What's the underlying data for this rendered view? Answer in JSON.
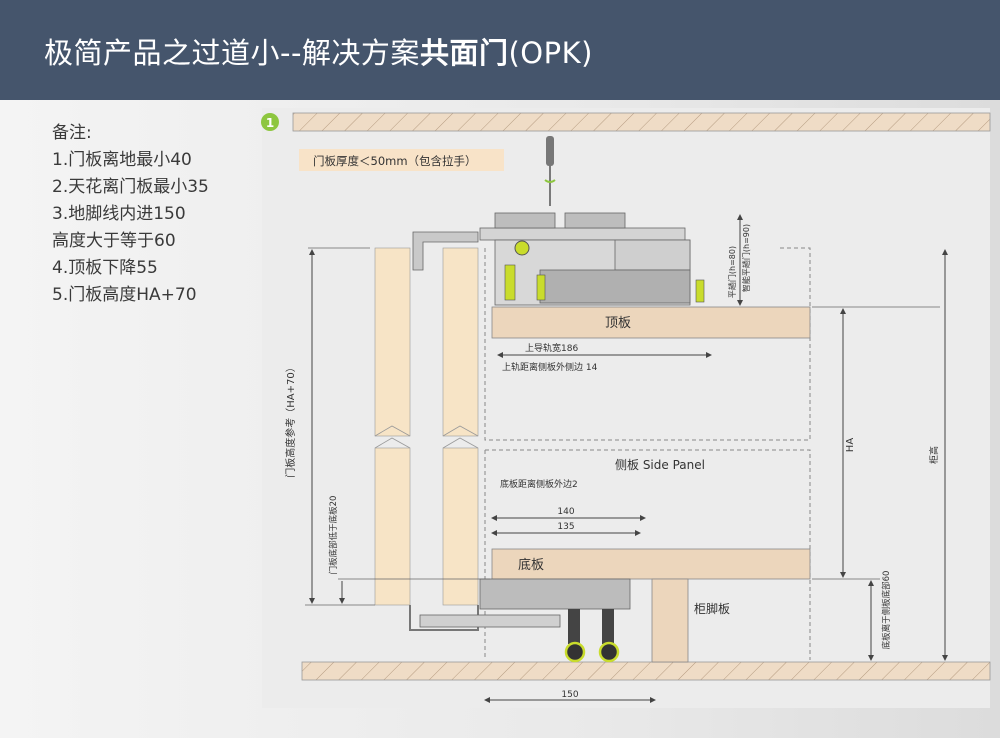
{
  "header": {
    "title_main": "极简产品之过道小--解决方案",
    "title_bold": "共面门",
    "title_suffix": "(OPK)"
  },
  "notes": {
    "heading": "备注:",
    "items": [
      "1.门板离地最小40",
      "2.天花离门板最小35",
      "3.地脚线内进150",
      "高度大于等于60",
      "4.顶板下降55",
      "5.门板高度HA+70"
    ]
  },
  "diagram": {
    "step_number": "1",
    "thickness_note": "门板厚度＜50mm（包含拉手）",
    "top_board": "顶板",
    "upper_rail_width": "上导轨宽186",
    "upper_rail_offset": "上轨距离侧板外侧边 14",
    "side_panel": "侧板 Side Panel",
    "bottom_board_offset": "底板距离侧板外边2",
    "dim_140": "140",
    "dim_135": "135",
    "bottom_board": "底板",
    "plinth": "柜脚板",
    "dim_150": "150",
    "dim_ha": "HA",
    "cabinet_height": "柜高",
    "bottom_above_side": "底板离于侧板底部60",
    "door_height_ref": "门板高度参考（HA+70）",
    "door_below_bottom": "门板底部低于底板20",
    "flat_door": "平趟门(h=80)",
    "smart_flat_door": "智能平趟门(h=90)"
  },
  "colors": {
    "header": "#45556c",
    "wood": "#ecd6bc",
    "door": "#f7e4c6",
    "accent_green": "#8dc63f"
  }
}
